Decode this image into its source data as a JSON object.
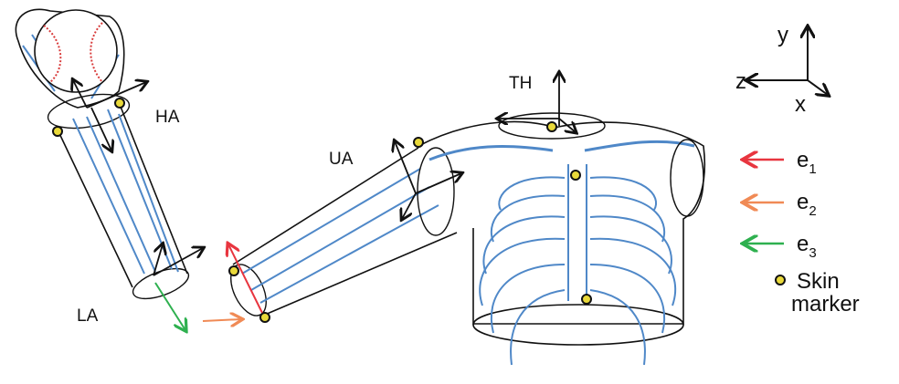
{
  "segments": {
    "hand": "HA",
    "lower_arm": "LA",
    "upper_arm": "UA",
    "thorax": "TH"
  },
  "axes": {
    "x": "x",
    "y": "y",
    "z": "z"
  },
  "legend": [
    {
      "symbol": "e",
      "sub": "1",
      "color": "#e8353f"
    },
    {
      "symbol": "e",
      "sub": "2",
      "color": "#f08a55"
    },
    {
      "symbol": "e",
      "sub": "3",
      "color": "#2eb04f"
    }
  ],
  "marker_legend": {
    "line1": "Skin",
    "line2": "marker"
  },
  "colors": {
    "bone": "#4f88c8",
    "outline": "#111111",
    "marker_fill": "#e9d93a",
    "ball_stitch": "#d83a3a"
  }
}
